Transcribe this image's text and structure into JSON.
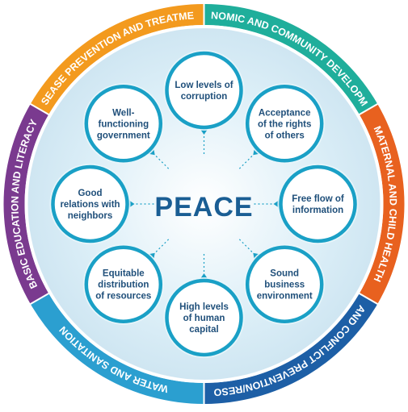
{
  "center": {
    "label": "PEACE"
  },
  "ring": [
    {
      "label": "BASIC EDUCATION AND LITERACY",
      "color": "#7a3a8f"
    },
    {
      "label": "DISEASE PREVENTION AND TREATMENT",
      "color": "#f39a1e"
    },
    {
      "label": "ECONOMIC AND COMMUNITY DEVELOPMENT",
      "color": "#1fae9b"
    },
    {
      "label": "MATERNAL AND CHILD HEALTH",
      "color": "#e8611f"
    },
    {
      "label": "PEACE AND CONFLICT PREVENTION/RESOLUTION",
      "color": "#1d5fa6"
    },
    {
      "label": "WATER AND SANITATION",
      "color": "#2b9fd0"
    }
  ],
  "nodes": [
    {
      "lines": [
        "Low levels of",
        "corruption"
      ]
    },
    {
      "lines": [
        "Acceptance",
        "of the rights",
        "of others"
      ]
    },
    {
      "lines": [
        "Free flow of",
        "information"
      ]
    },
    {
      "lines": [
        "Sound",
        "business",
        "environment"
      ]
    },
    {
      "lines": [
        "High levels",
        "of human",
        "capital"
      ]
    },
    {
      "lines": [
        "Equitable",
        "distribution",
        "of resources"
      ]
    },
    {
      "lines": [
        "Good",
        "relations with",
        "neighbors"
      ]
    },
    {
      "lines": [
        "Well-",
        "functioning",
        "government"
      ]
    }
  ],
  "colors": {
    "node_stroke": "#1aa0c6",
    "node_fill": "#ffffff",
    "node_text": "#1f4f7a",
    "center_text": "#1a5e94",
    "inner_bg": "#dbeef7",
    "ring_gap": "#ffffff"
  }
}
